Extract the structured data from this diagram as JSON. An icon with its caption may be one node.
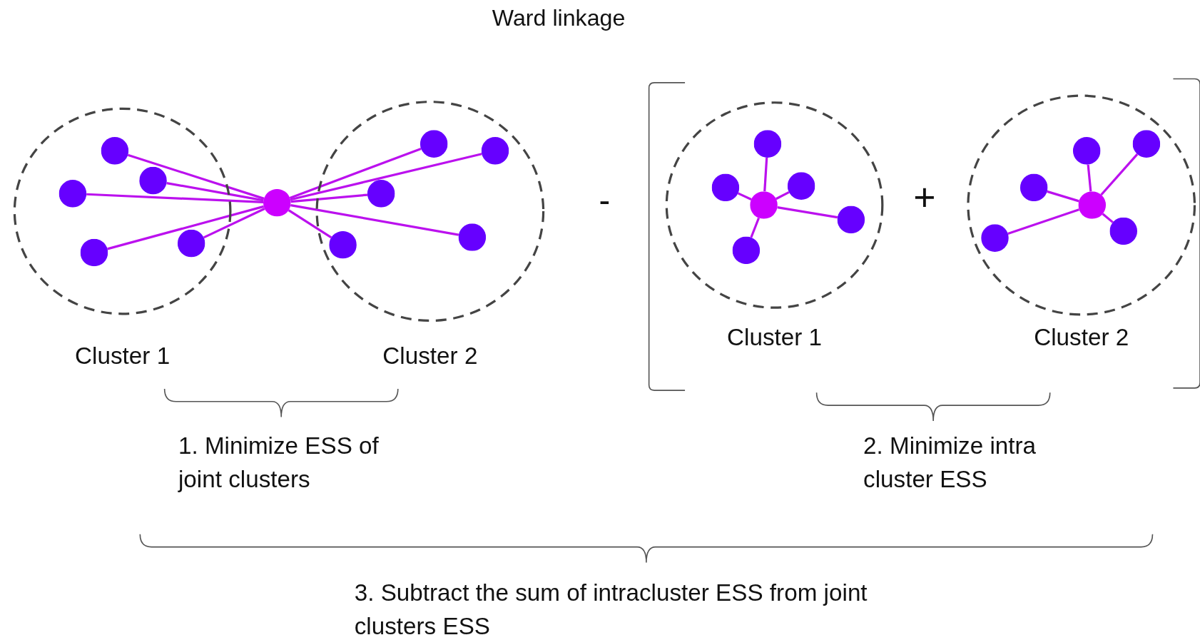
{
  "diagram": {
    "title": "Ward linkage",
    "nodes": [
      {
        "text": [
          "Cluster 1"
        ]
      },
      {
        "text": [],
        "shape": "circle",
        "in": 0
      },
      {
        "text": [],
        "shape": "circle",
        "in": 0
      },
      {
        "text": [],
        "shape": "circle",
        "in": 0
      },
      {
        "text": [],
        "shape": "circle",
        "in": 0
      },
      {
        "text": [],
        "shape": "circle",
        "in": 0
      },
      {
        "text": [],
        "shape": "circle"
      },
      {
        "text": [
          "Cluster 2"
        ]
      },
      {
        "text": [],
        "shape": "circle",
        "in": 7
      },
      {
        "text": [],
        "shape": "circle",
        "in": 7
      },
      {
        "text": [],
        "shape": "circle",
        "in": 7
      },
      {
        "text": [],
        "shape": "circle",
        "in": 7
      },
      {
        "text": [],
        "shape": "circle",
        "in": 7
      },
      {
        "text": [
          "Cluster 1"
        ]
      },
      {
        "text": [],
        "shape": "circle",
        "in": 13
      },
      {
        "text": [],
        "shape": "circle",
        "in": 13
      },
      {
        "text": [],
        "shape": "circle",
        "in": 13
      },
      {
        "text": [],
        "shape": "circle",
        "in": 13
      },
      {
        "text": [],
        "shape": "circle",
        "in": 13
      },
      {
        "text": [],
        "shape": "circle",
        "in": 13
      },
      {
        "text": [
          "Cluster 2"
        ]
      },
      {
        "text": [],
        "shape": "circle",
        "in": 20
      },
      {
        "text": [],
        "shape": "circle",
        "in": 20
      },
      {
        "text": [],
        "shape": "circle",
        "in": 20
      },
      {
        "text": [],
        "shape": "circle",
        "in": 20
      },
      {
        "text": [],
        "shape": "circle",
        "in": 20
      },
      {
        "text": [],
        "shape": "circle",
        "in": 20
      }
    ],
    "edges": [
      {
        "from": 1,
        "to": 6,
        "arrow": "none"
      },
      {
        "from": 2,
        "to": 6,
        "arrow": "none"
      },
      {
        "from": 3,
        "to": 6,
        "arrow": "none"
      },
      {
        "from": 4,
        "to": 6,
        "arrow": "none"
      },
      {
        "from": 5,
        "to": 6,
        "arrow": "none"
      },
      {
        "from": 8,
        "to": 6,
        "arrow": "none"
      },
      {
        "from": 9,
        "to": 6,
        "arrow": "none"
      },
      {
        "from": 10,
        "to": 6,
        "arrow": "none"
      },
      {
        "from": 11,
        "to": 6,
        "arrow": "none"
      },
      {
        "from": 12,
        "to": 6,
        "arrow": "none"
      },
      {
        "from": 14,
        "to": 19,
        "arrow": "none"
      },
      {
        "from": 15,
        "to": 19,
        "arrow": "none"
      },
      {
        "from": 16,
        "to": 19,
        "arrow": "none"
      },
      {
        "from": 17,
        "to": 19,
        "arrow": "none"
      },
      {
        "from": 18,
        "to": 19,
        "arrow": "none"
      },
      {
        "from": 21,
        "to": 26,
        "arrow": "none"
      },
      {
        "from": 22,
        "to": 26,
        "arrow": "none"
      },
      {
        "from": 23,
        "to": 26,
        "arrow": "none"
      },
      {
        "from": 24,
        "to": 26,
        "arrow": "none"
      },
      {
        "from": 25,
        "to": 26,
        "arrow": "none"
      }
    ],
    "labels": [
      "-",
      "+",
      "1. Minimize ESS of joint clusters",
      "2. Minimize intra cluster ESS",
      "3. Subtract the sum of intracluster ESS from joint clusters ESS"
    ]
  }
}
